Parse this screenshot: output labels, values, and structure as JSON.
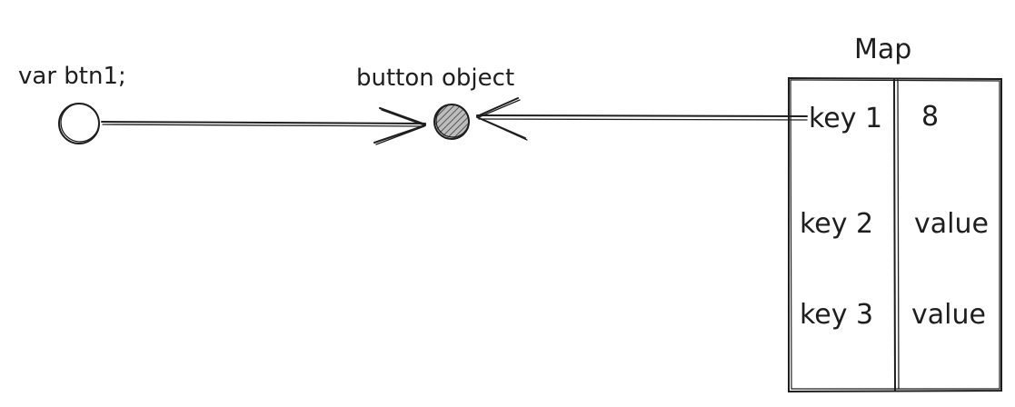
{
  "labels": {
    "variable": "var btn1;",
    "object": "button object",
    "map_title": "Map"
  },
  "map": {
    "rows": [
      {
        "key": "key 1",
        "value": "8"
      },
      {
        "key": "key 2",
        "value": "value"
      },
      {
        "key": "key 3",
        "value": "value"
      }
    ]
  },
  "colors": {
    "stroke": "#1e1e1e",
    "hatch": "#555555",
    "background": "#ffffff"
  }
}
